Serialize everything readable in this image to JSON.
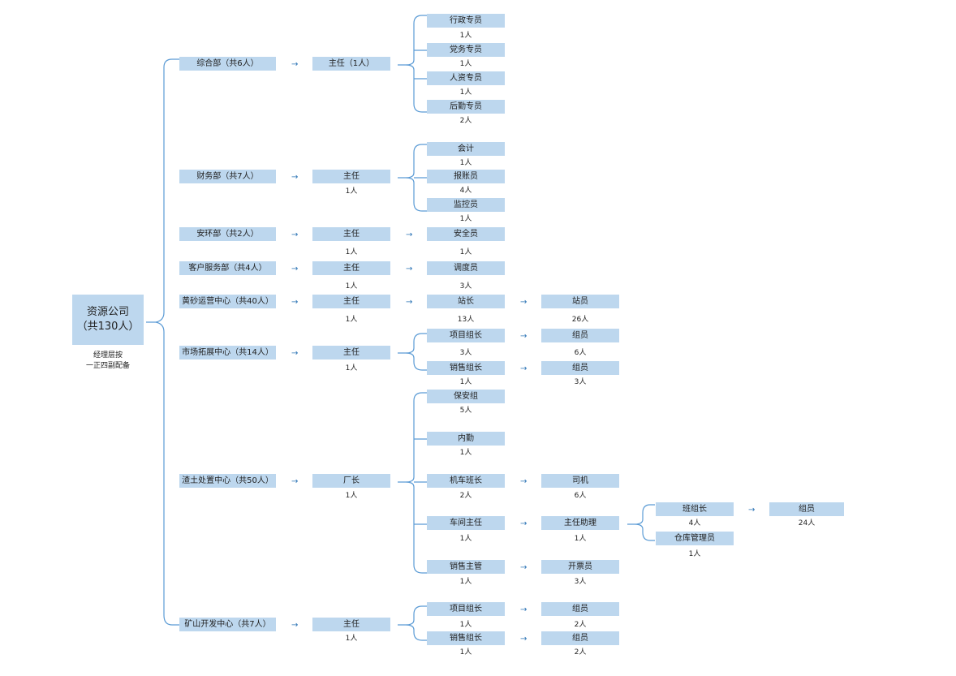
{
  "company": {
    "name": "资源公司",
    "total": "（共130人）",
    "note_line1": "经理层按",
    "note_line2": "一正四副配备"
  },
  "arrow_symbol": "→",
  "departments": [
    {
      "label": "综合部（共6人）",
      "heads": [
        {
          "label": "主任（1人）",
          "count": "",
          "children": [
            {
              "label": "行政专员",
              "count": "1人"
            },
            {
              "label": "党务专员",
              "count": "1人"
            },
            {
              "label": "人资专员",
              "count": "1人"
            },
            {
              "label": "后勤专员",
              "count": "2人"
            }
          ]
        }
      ]
    },
    {
      "label": "财务部（共7人）",
      "heads": [
        {
          "label": "主任",
          "count": "1人",
          "children": [
            {
              "label": "会计",
              "count": "1人"
            },
            {
              "label": "报账员",
              "count": "4人"
            },
            {
              "label": "监控员",
              "count": "1人"
            }
          ]
        }
      ]
    },
    {
      "label": "安环部（共2人）",
      "heads": [
        {
          "label": "主任",
          "count": "1人",
          "children": [
            {
              "label": "安全员",
              "count": "1人"
            }
          ]
        }
      ]
    },
    {
      "label": "客户服务部（共4人）",
      "heads": [
        {
          "label": "主任",
          "count": "1人",
          "children": [
            {
              "label": "调度员",
              "count": "3人"
            }
          ]
        }
      ]
    },
    {
      "label": "黄砂运营中心（共40人）",
      "heads": [
        {
          "label": "主任",
          "count": "1人",
          "children": [
            {
              "label": "站长",
              "count": "13人",
              "next": {
                "label": "站员",
                "count": "26人"
              }
            }
          ]
        }
      ]
    },
    {
      "label": "市场拓展中心（共14人）",
      "heads": [
        {
          "label": "主任",
          "count": "1人",
          "children": [
            {
              "label": "项目组长",
              "count": "3人",
              "next": {
                "label": "组员",
                "count": "6人"
              }
            },
            {
              "label": "销售组长",
              "count": "1人",
              "next": {
                "label": "组员",
                "count": "3人"
              }
            }
          ]
        }
      ]
    },
    {
      "label": "渣土处置中心（共50人）",
      "heads": [
        {
          "label": "厂长",
          "count": "1人",
          "children": [
            {
              "label": "保安组",
              "count": "5人"
            },
            {
              "label": "内勤",
              "count": "1人"
            },
            {
              "label": "机车班长",
              "count": "2人",
              "next": {
                "label": "司机",
                "count": "6人"
              }
            },
            {
              "label": "车间主任",
              "count": "1人",
              "next": {
                "label": "主任助理",
                "count": "1人",
                "children": [
                  {
                    "label": "班组长",
                    "count": "4人",
                    "next": {
                      "label": "组员",
                      "count": "24人"
                    }
                  },
                  {
                    "label": "仓库管理员",
                    "count": "1人"
                  }
                ]
              }
            },
            {
              "label": "销售主管",
              "count": "1人",
              "next": {
                "label": "开票员",
                "count": "3人"
              }
            }
          ]
        }
      ]
    },
    {
      "label": "矿山开发中心（共7人）",
      "heads": [
        {
          "label": "主任",
          "count": "1人",
          "children": [
            {
              "label": "项目组长",
              "count": "1人",
              "next": {
                "label": "组员",
                "count": "2人"
              }
            },
            {
              "label": "销售组长",
              "count": "1人",
              "next": {
                "label": "组员",
                "count": "2人"
              }
            }
          ]
        }
      ]
    }
  ]
}
